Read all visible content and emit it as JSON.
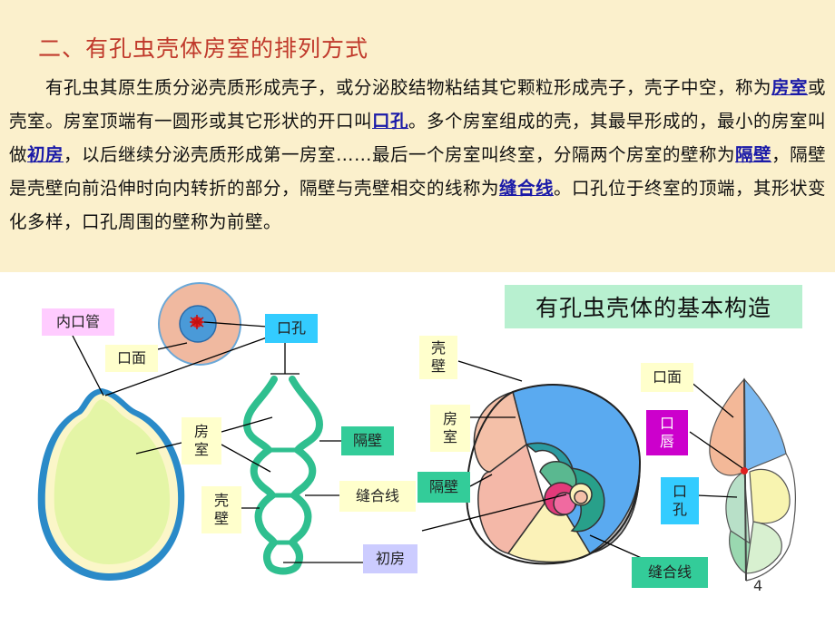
{
  "heading": "二、有孔虫壳体房室的排列方式",
  "paragraph": {
    "p1": "　　有孔虫其原生质分泌壳质形成壳子，或分泌胶结物粘结其它颗粒形成壳子，壳子中空，称为",
    "k1": "房室",
    "p2": "或壳室。房室顶端有一圆形或其它形状的开口叫",
    "k2": "口孔",
    "p3": "。多个房室组成的壳，其最早形成的，最小的房室叫做",
    "k3": "初房",
    "p4": "，以后继续分泌壳质形成第一房室……最后一个房室叫终室，分隔两个房室的壁称为",
    "k4": "隔壁",
    "p5": "，隔壁是壳壁向前沿伸时向内转折的部分，隔壁与壳壁相交的线称为",
    "k5": "缝合线",
    "p6": "。口孔位于终室的顶端，其形状变化多样，口孔周围的壁称为前壁。"
  },
  "diagram_title": "有孔虫壳体的基本构造",
  "labels": {
    "inner_tube": "内口管",
    "aperture_face_left": "口面",
    "aperture": "口孔",
    "chamber": "房室",
    "septum_mid": "隔壁",
    "suture_mid": "缝合线",
    "wall_left": "壳壁",
    "proloculus": "初房",
    "wall_right": "壳壁",
    "chamber_right": "房室",
    "septum_right": "隔壁",
    "aperture_face_right": "口面",
    "lip": "口唇",
    "aperture_right": "口孔",
    "suture_right": "缝合线"
  },
  "colors": {
    "heading": "#c0392b",
    "link": "#1a1aa8",
    "top_background": "#fbf0cc",
    "label_yellow": "#ffffcc",
    "label_pink": "#ffccff",
    "label_cyan": "#33ccff",
    "label_teal": "#33cc99",
    "label_purple": "#cc00cc",
    "label_lavender": "#ccccff",
    "title_green": "#b8f0d0"
  },
  "page_number": "4"
}
